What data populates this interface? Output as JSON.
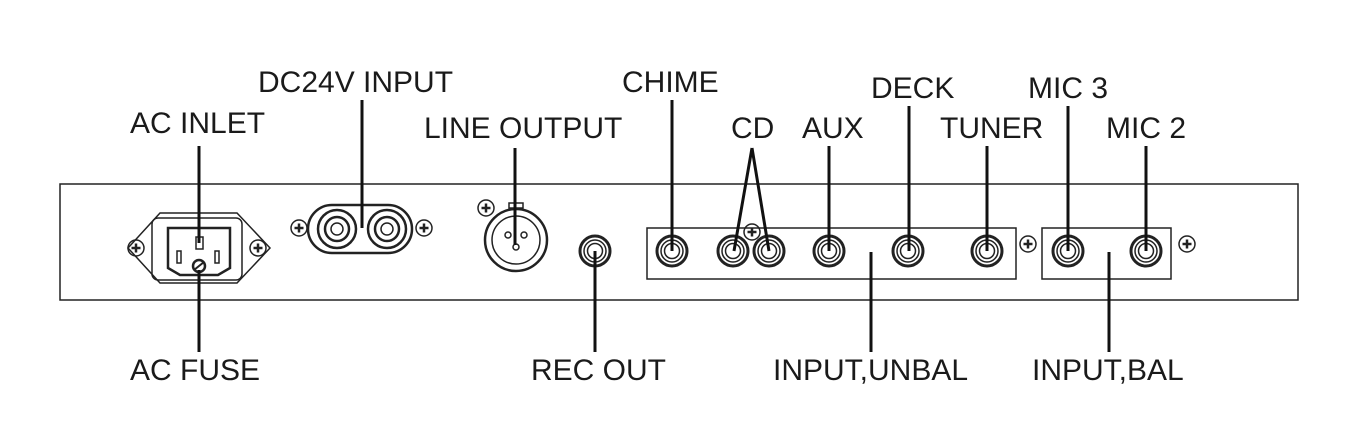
{
  "title": "Rear panel connections",
  "labels": {
    "dc24v_input": "DC24V INPUT",
    "ac_inlet": "AC INLET",
    "line_output": "LINE OUTPUT",
    "chime": "CHIME",
    "cd": "CD",
    "aux": "AUX",
    "deck": "DECK",
    "tuner": "TUNER",
    "mic3": "MIC 3",
    "mic2": "MIC 2",
    "ac_fuse": "AC FUSE",
    "rec_out": "REC OUT",
    "input_unbal": "INPUT,UNBAL",
    "input_bal": "INPUT,BAL"
  },
  "colors": {
    "line": "#111111",
    "background": "#ffffff"
  }
}
